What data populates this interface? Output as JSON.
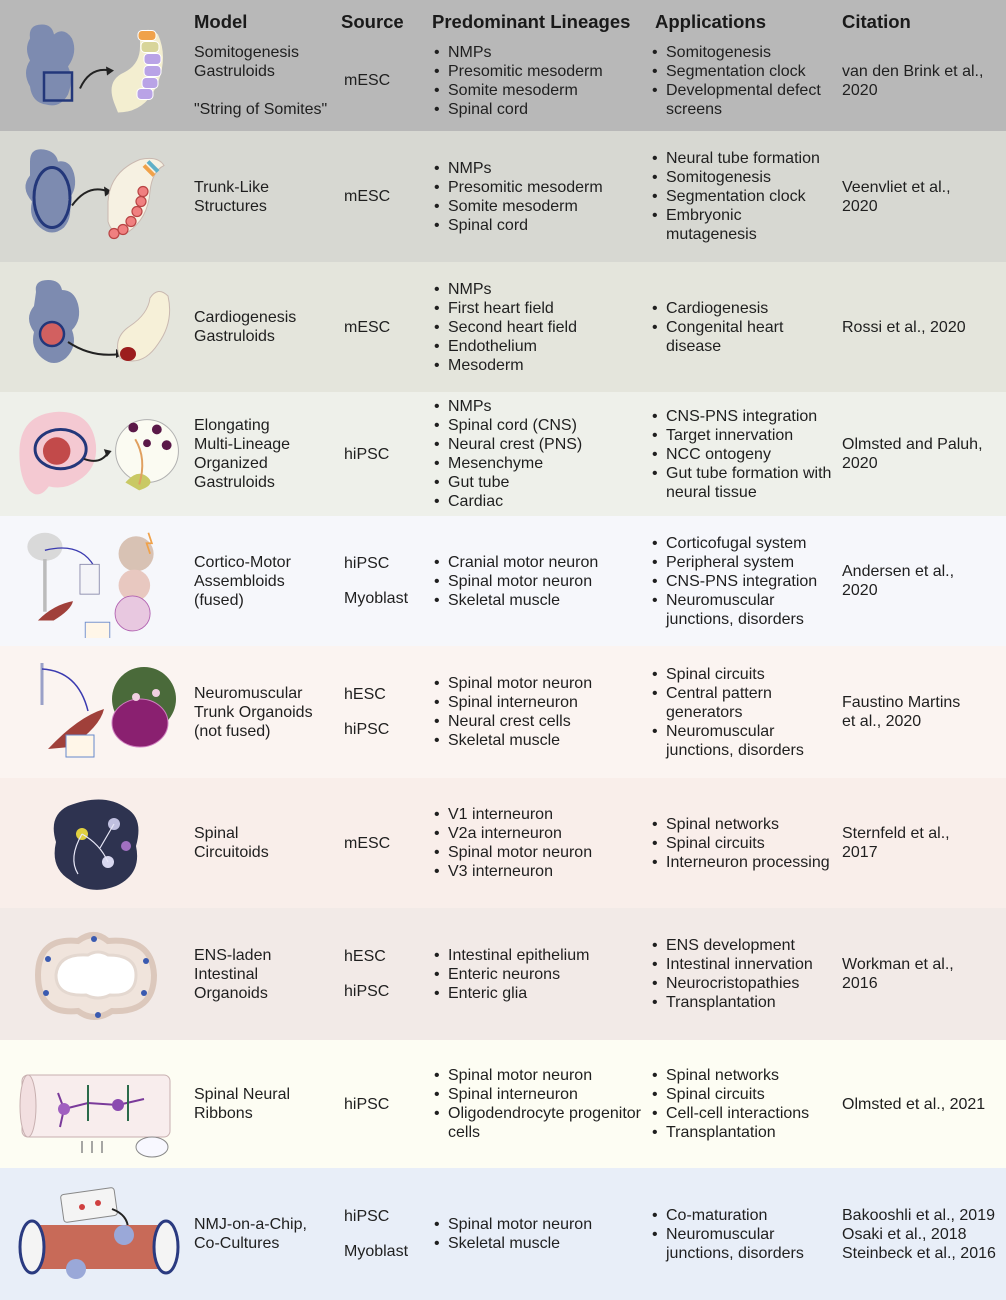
{
  "headers": {
    "model": "Model",
    "source": "Source",
    "lineages": "Predominant Lineages",
    "applications": "Applications",
    "citation": "Citation"
  },
  "rows": [
    {
      "model": [
        "Somitogenesis",
        "Gastruloids",
        "",
        "\"String of Somites\""
      ],
      "source": [
        "mESC"
      ],
      "lineages": [
        "NMPs",
        "Presomitic mesoderm",
        "Somite mesoderm",
        "Spinal cord"
      ],
      "applications": [
        "Somitogenesis",
        "Segmentation clock",
        "Developmental defect screens"
      ],
      "citation": [
        "van den Brink et al.,",
        "2020"
      ],
      "bg": "#b8b8b8"
    },
    {
      "model": [
        "Trunk-Like",
        "Structures"
      ],
      "source": [
        "mESC"
      ],
      "lineages": [
        "NMPs",
        "Presomitic mesoderm",
        "Somite mesoderm",
        "Spinal cord"
      ],
      "applications": [
        "Neural tube formation",
        "Somitogenesis",
        "Segmentation clock",
        "Embryonic mutagenesis"
      ],
      "citation": [
        "Veenvliet et al.,",
        "2020"
      ],
      "bg": "#d7d8d2"
    },
    {
      "model": [
        "Cardiogenesis",
        "Gastruloids"
      ],
      "source": [
        "mESC"
      ],
      "lineages": [
        "NMPs",
        "First heart field",
        "Second heart field",
        "Endothelium",
        "Mesoderm"
      ],
      "applications": [
        "Cardiogenesis",
        "Congenital heart disease"
      ],
      "citation": [
        "Rossi et al., 2020"
      ],
      "bg": "#e4e5dc"
    },
    {
      "model": [
        "Elongating",
        "Multi-Lineage",
        "Organized",
        "Gastruloids"
      ],
      "source": [
        "hiPSC"
      ],
      "lineages": [
        "NMPs",
        "Spinal cord (CNS)",
        "Neural crest (PNS)",
        "Mesenchyme",
        "Gut tube",
        "Cardiac"
      ],
      "applications": [
        "CNS-PNS integration",
        "Target innervation",
        "NCC ontogeny",
        "Gut tube formation with neural tissue"
      ],
      "citation": [
        "Olmsted and Paluh,",
        "2020"
      ],
      "bg": "#eef0ea"
    },
    {
      "model": [
        "Cortico-Motor",
        "Assembloids",
        "(fused)"
      ],
      "source": [
        "hiPSC",
        "Myoblast"
      ],
      "lineages": [
        "Cranial motor neuron",
        "Spinal motor neuron",
        "Skeletal muscle"
      ],
      "applications": [
        "Corticofugal system",
        "Peripheral system",
        "CNS-PNS integration",
        "Neuromuscular junctions, disorders"
      ],
      "citation": [
        "Andersen et al.,",
        "2020"
      ],
      "bg": "#f6f7fb"
    },
    {
      "model": [
        "Neuromuscular",
        "Trunk Organoids",
        "(not fused)"
      ],
      "source": [
        "hESC",
        "hiPSC"
      ],
      "lineages": [
        "Spinal motor neuron",
        "Spinal interneuron",
        "Neural crest cells",
        "Skeletal muscle"
      ],
      "applications": [
        "Spinal circuits",
        "Central pattern generators",
        "Neuromuscular junctions, disorders"
      ],
      "citation": [
        "Faustino Martins",
        "et al., 2020"
      ],
      "bg": "#fbf4f1"
    },
    {
      "model": [
        "Spinal",
        "Circuitoids"
      ],
      "source": [
        "mESC"
      ],
      "lineages": [
        "V1 interneuron",
        "V2a interneuron",
        "Spinal motor neuron",
        "V3 interneuron"
      ],
      "applications": [
        "Spinal networks",
        "Spinal circuits",
        "Interneuron processing"
      ],
      "citation": [
        "Sternfeld et al.,",
        "2017"
      ],
      "bg": "#f9eeea"
    },
    {
      "model": [
        "ENS-laden",
        "Intestinal",
        "Organoids"
      ],
      "source": [
        "hESC",
        "hiPSC"
      ],
      "lineages": [
        "Intestinal epithelium",
        "Enteric neurons",
        "Enteric glia"
      ],
      "applications": [
        "ENS development",
        "Intestinal innervation",
        "Neurocristopathies",
        "Transplantation"
      ],
      "citation": [
        "Workman et al.,",
        "2016"
      ],
      "bg": "#f2eae7"
    },
    {
      "model": [
        "Spinal Neural",
        "Ribbons"
      ],
      "source": [
        "hiPSC"
      ],
      "lineages": [
        "Spinal motor neuron",
        "Spinal interneuron",
        "Oligodendrocyte progenitor cells"
      ],
      "applications": [
        "Spinal networks",
        "Spinal circuits",
        "Cell-cell interactions",
        "Transplantation"
      ],
      "citation": [
        "Olmsted et al., 2021"
      ],
      "bg": "#fdfdf3"
    },
    {
      "model": [
        "NMJ-on-a-Chip,",
        "Co-Cultures"
      ],
      "source": [
        "hiPSC",
        "Myoblast"
      ],
      "lineages": [
        "Spinal motor neuron",
        "Skeletal muscle"
      ],
      "applications": [
        "Co-maturation",
        "Neuromuscular junctions, disorders"
      ],
      "citation": [
        "Bakooshli et al., 2019",
        "Osaki et al., 2018",
        "Steinbeck et al., 2016"
      ],
      "bg": "#e8eef8"
    }
  ]
}
